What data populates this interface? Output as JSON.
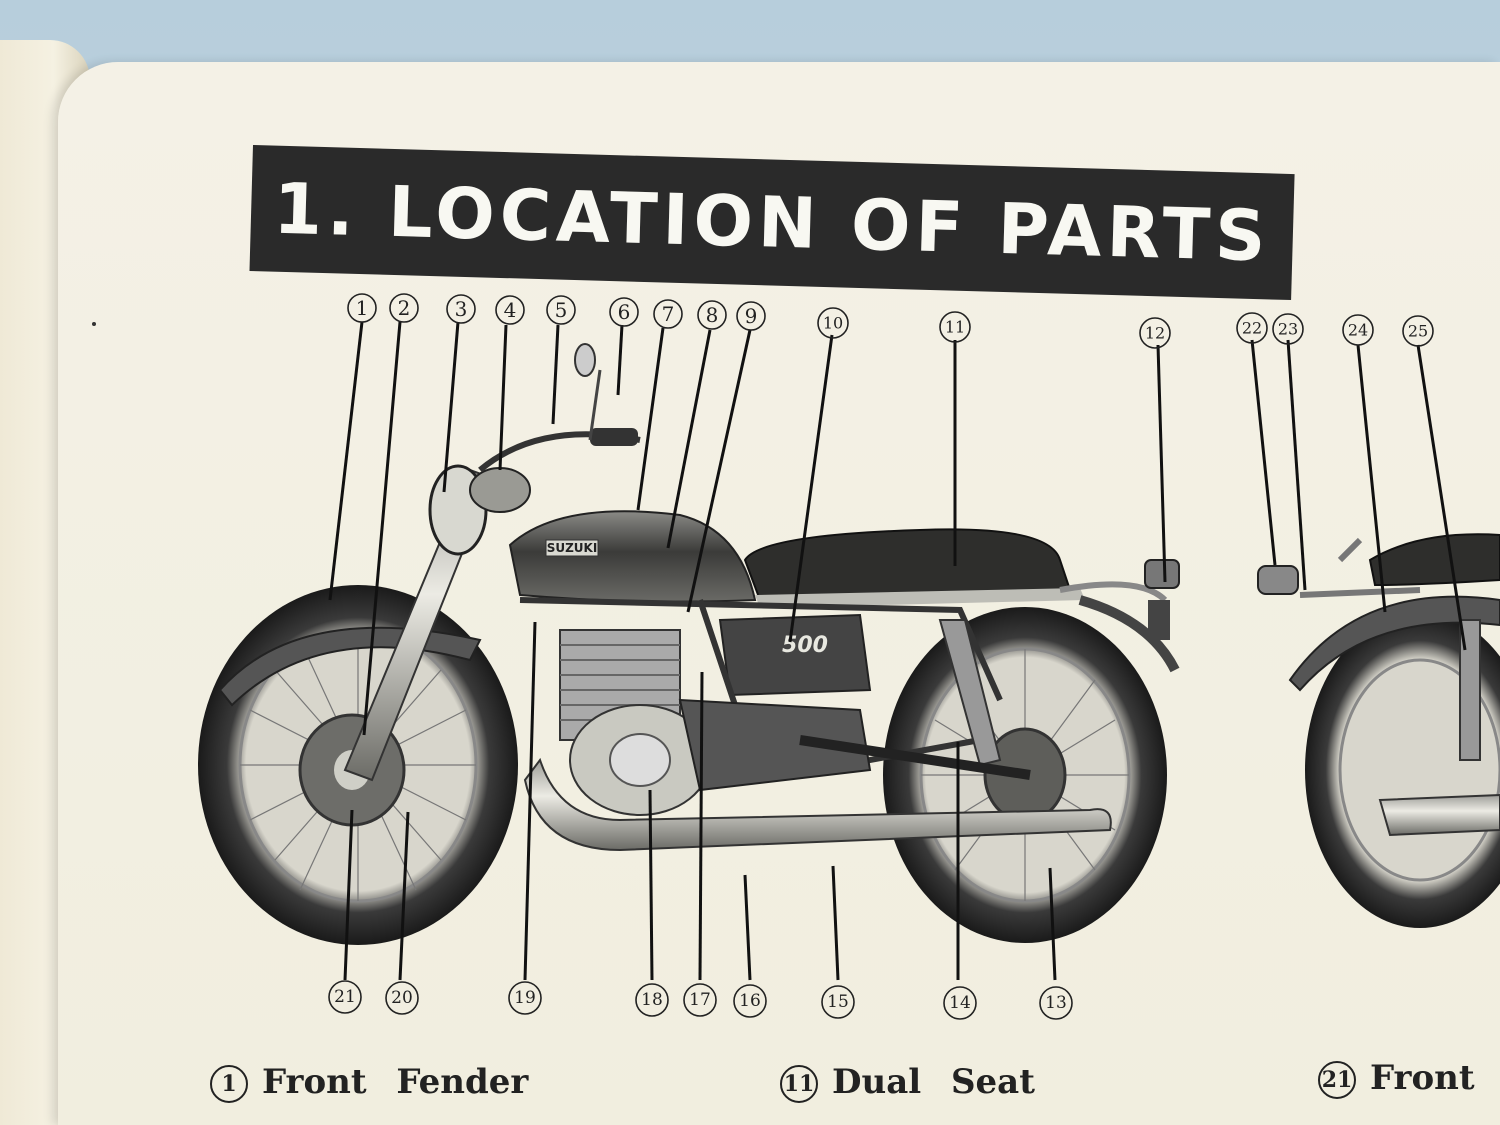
{
  "title": "1. LOCATION OF PARTS",
  "diagram": {
    "brand_badge": "SUZUKI",
    "side_cover_badge": "500",
    "callouts_top": [
      "1",
      "2",
      "3",
      "4",
      "5",
      "6",
      "7",
      "8",
      "9",
      "10",
      "11",
      "12",
      "22",
      "23",
      "24",
      "25"
    ],
    "callouts_bottom": [
      "21",
      "20",
      "19",
      "18",
      "17",
      "16",
      "15",
      "14",
      "13"
    ]
  },
  "legend": [
    {
      "num": "1",
      "label": "Front Fender"
    },
    {
      "num": "11",
      "label": "Dual Seat"
    },
    {
      "num": "21",
      "label": "Front F"
    }
  ]
}
